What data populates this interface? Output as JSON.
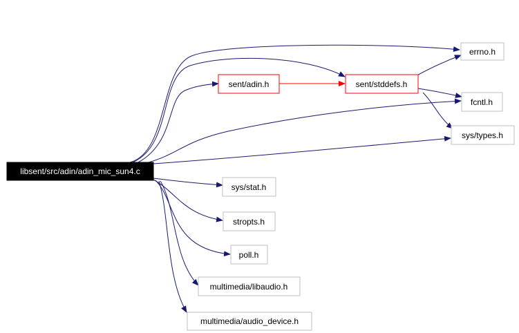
{
  "colors": {
    "edge": "#191970",
    "edge_red": "#ff0000",
    "node_border": "#bfbfbf",
    "node_border_red": "#ff0000",
    "root_fill": "#000000",
    "root_text": "#ffffff"
  },
  "nodes": {
    "root": "libsent/src/adin/adin_mic_sun4.c",
    "errno": "errno.h",
    "sent_adin": "sent/adin.h",
    "sent_stddefs": "sent/stddefs.h",
    "fcntl": "fcntl.h",
    "sys_types": "sys/types.h",
    "sys_stat": "sys/stat.h",
    "stropts": "stropts.h",
    "poll": "poll.h",
    "libaudio": "multimedia/libaudio.h",
    "audio_device": "multimedia/audio_device.h"
  },
  "edges": [
    {
      "from": "root",
      "to": "errno"
    },
    {
      "from": "root",
      "to": "sent_adin"
    },
    {
      "from": "root",
      "to": "sent_stddefs"
    },
    {
      "from": "root",
      "to": "fcntl"
    },
    {
      "from": "root",
      "to": "sys_types"
    },
    {
      "from": "root",
      "to": "sys_stat"
    },
    {
      "from": "root",
      "to": "stropts"
    },
    {
      "from": "root",
      "to": "poll"
    },
    {
      "from": "root",
      "to": "libaudio"
    },
    {
      "from": "root",
      "to": "audio_device"
    },
    {
      "from": "sent_adin",
      "to": "sent_stddefs"
    },
    {
      "from": "sent_stddefs",
      "to": "errno"
    },
    {
      "from": "sent_stddefs",
      "to": "fcntl"
    },
    {
      "from": "sent_stddefs",
      "to": "sys_types"
    }
  ]
}
